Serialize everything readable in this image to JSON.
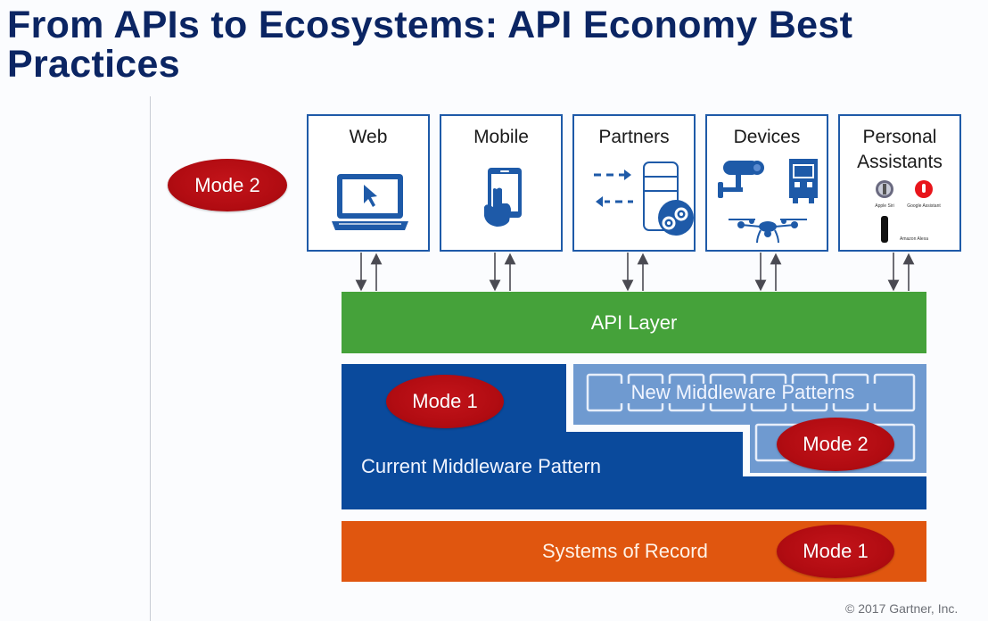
{
  "title": {
    "line1": "From APIs to Ecosystems: API Economy Best",
    "line2": "Practices"
  },
  "mode_labels": {
    "channels": "Mode 2",
    "current_middleware": "Mode 1",
    "new_middleware": "Mode 2",
    "systems_of_record": "Mode 1"
  },
  "channels": [
    {
      "label": "Web",
      "icon": "laptop-cursor-icon"
    },
    {
      "label": "Mobile",
      "icon": "smartphone-touch-icon"
    },
    {
      "label": "Partners",
      "icon": "server-exchange-gears-icon"
    },
    {
      "label": "Devices",
      "icon": "camera-truck-drone-icon"
    },
    {
      "label": "Personal Assistants",
      "icon": "voice-assistants-icon",
      "sub_items": [
        "Apple Siri",
        "Google Assistant",
        "Amazon Alexa"
      ]
    }
  ],
  "layers": {
    "api": "API Layer",
    "current_middleware": "Current Middleware Pattern",
    "new_middleware": "New Middleware Patterns",
    "systems_of_record": "Systems of Record"
  },
  "colors": {
    "title": "#0b2563",
    "channel_border": "#1e5aa8",
    "api_layer": "#45a23a",
    "current_middleware": "#0a4a9c",
    "new_middleware": "#6f9ad0",
    "systems_of_record": "#e0560f",
    "mode_oval": "#b20c12"
  },
  "footer": {
    "copyright": "© 2017 Gartner, Inc."
  }
}
